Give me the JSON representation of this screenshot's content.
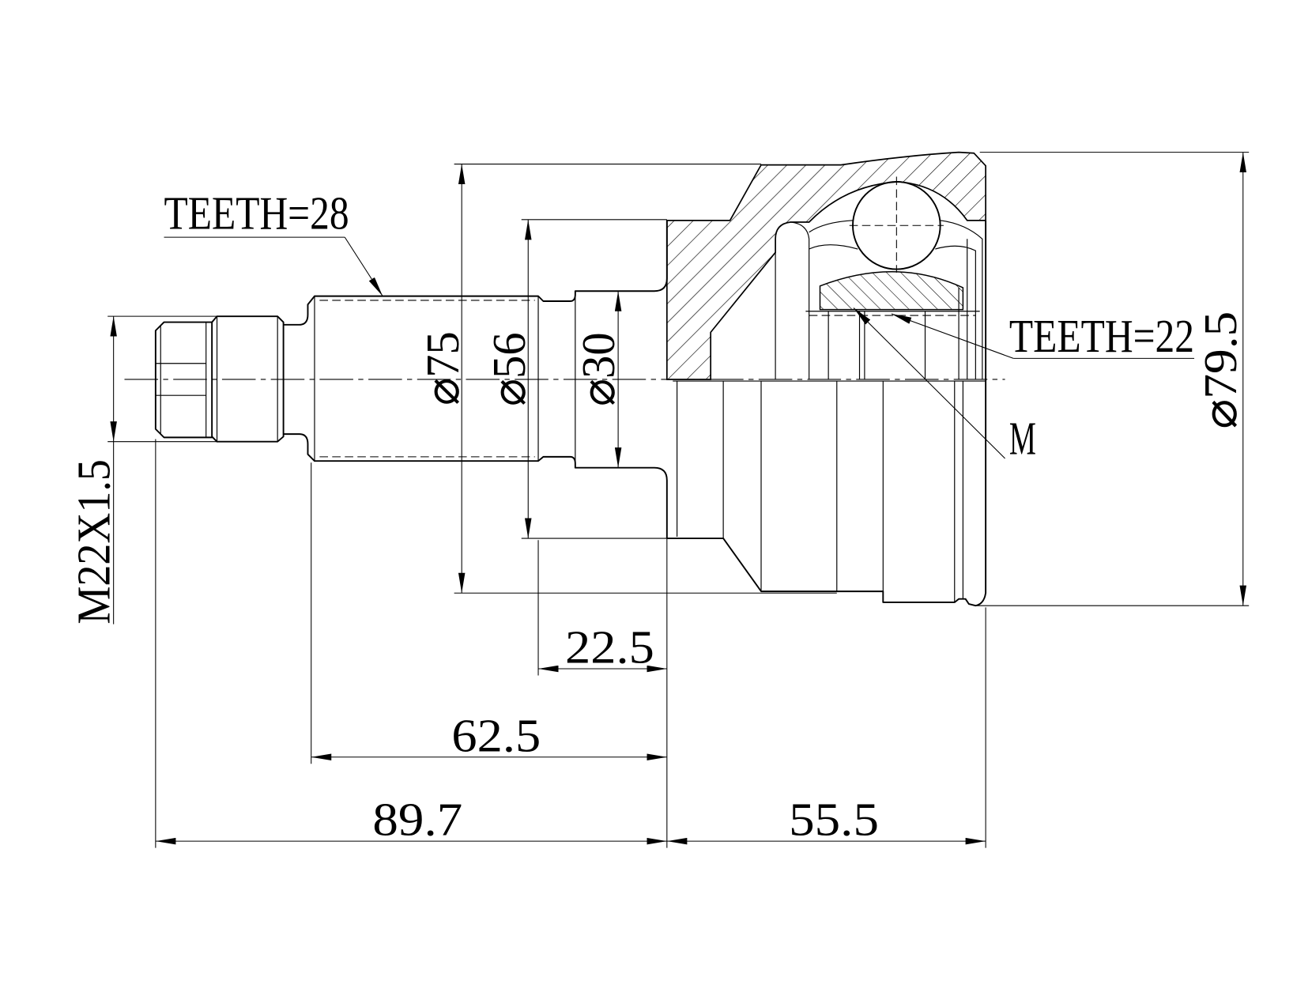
{
  "labels": {
    "teeth_outer": "TEETH=28",
    "teeth_inner": "TEETH=22",
    "mark": "M",
    "thread": "M22X1.5"
  },
  "diameters": {
    "d75": "⌀75",
    "d56": "⌀56",
    "d30": "⌀30",
    "d79_5": "⌀79.5"
  },
  "lengths": {
    "l22_5": "22.5",
    "l62_5": "62.5",
    "l89_7": "89.7",
    "l55_5": "55.5"
  },
  "colors": {
    "line": "#000000",
    "background": "#ffffff"
  }
}
